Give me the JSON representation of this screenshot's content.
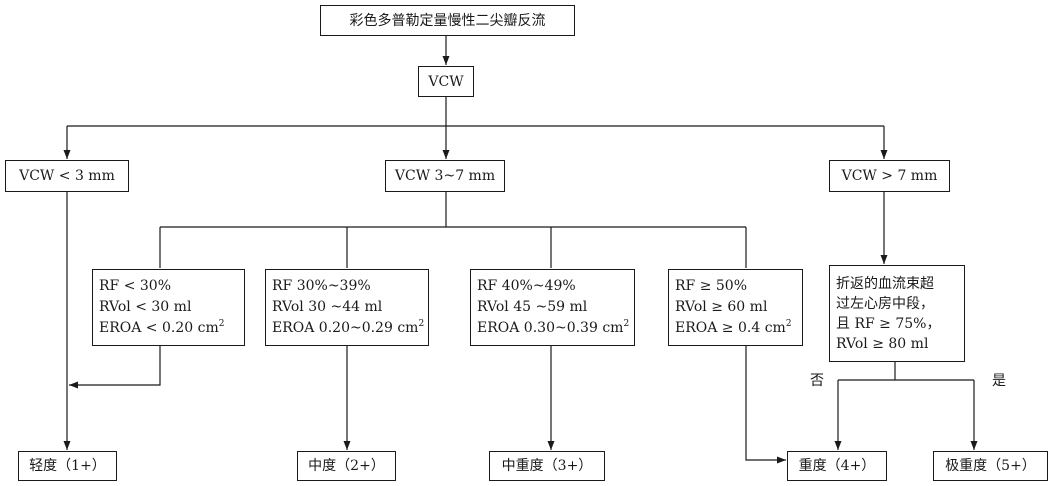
{
  "nodes": {
    "root": "彩色多普勒定量慢性二尖瓣反流",
    "vcw": "VCW",
    "vcw_small": "VCW < 3 mm",
    "vcw_mid": "VCW 3~7 mm",
    "vcw_large": "VCW > 7 mm",
    "mid_a": {
      "l1": "RF < 30%",
      "l2": "RVol < 30 ml",
      "l3": "EROA < 0.20 cm",
      "sup": "2"
    },
    "mid_b": {
      "l1": "RF 30%~39%",
      "l2": "RVol 30 ~44 ml",
      "l3": "EROA 0.20~0.29 cm",
      "sup": "2"
    },
    "mid_c": {
      "l1": "RF 40%~49%",
      "l2": "RVol 45 ~59 ml",
      "l3": "EROA 0.30~0.39 cm",
      "sup": "2"
    },
    "mid_d": {
      "l1": "RF ≥ 50%",
      "l2": "RVol ≥ 60 ml",
      "l3": "EROA ≥ 0.4 cm",
      "sup": "2"
    },
    "jet": {
      "l1": "折返的血流束超",
      "l2": "过左心房中段，",
      "l3": "且 RF ≥ 75%，",
      "l4": "RVol ≥ 80 ml"
    },
    "mild": "轻度（1+）",
    "moderate": "中度（2+）",
    "mod_severe": "中重度（3+）",
    "severe": "重度（4+）",
    "very_severe": "极重度（5+）"
  },
  "labels": {
    "no": "否",
    "yes": "是"
  }
}
